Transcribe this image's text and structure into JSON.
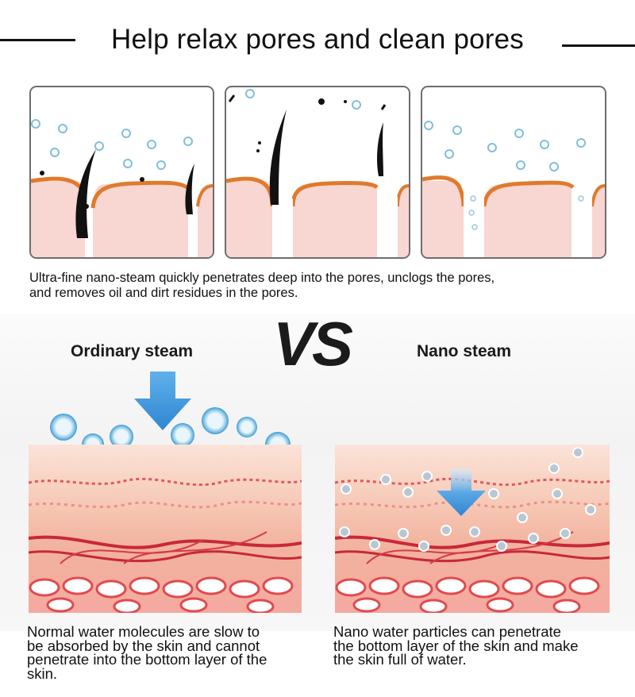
{
  "title": "Help relax pores and clean pores",
  "top_caption": {
    "line1": "Ultra-fine nano-steam quickly penetrates deep into the pores, unclogs the pores,",
    "line2": "and removes oil and dirt residues in the pores."
  },
  "vs_label": "VS",
  "ordinary": {
    "heading": "Ordinary steam",
    "desc": [
      "Normal water molecules are slow to",
      "be absorbed by the skin and cannot",
      "penetrate into the bottom layer of the",
      "skin."
    ]
  },
  "nano": {
    "heading": "Nano steam",
    "desc": [
      "Nano water particles can penetrate",
      "the bottom layer of the skin and make",
      "the skin full of water."
    ]
  },
  "colors": {
    "arrow_blue": "#3b97de",
    "bubble_blue": "#7fbfdc",
    "skin_pink": "#f8d6d2",
    "oil_orange": "#e07a2c",
    "vessel_red": "#c8283a"
  },
  "icons": [
    "down-arrow-icon",
    "water-droplet-icon",
    "hair-icon"
  ]
}
